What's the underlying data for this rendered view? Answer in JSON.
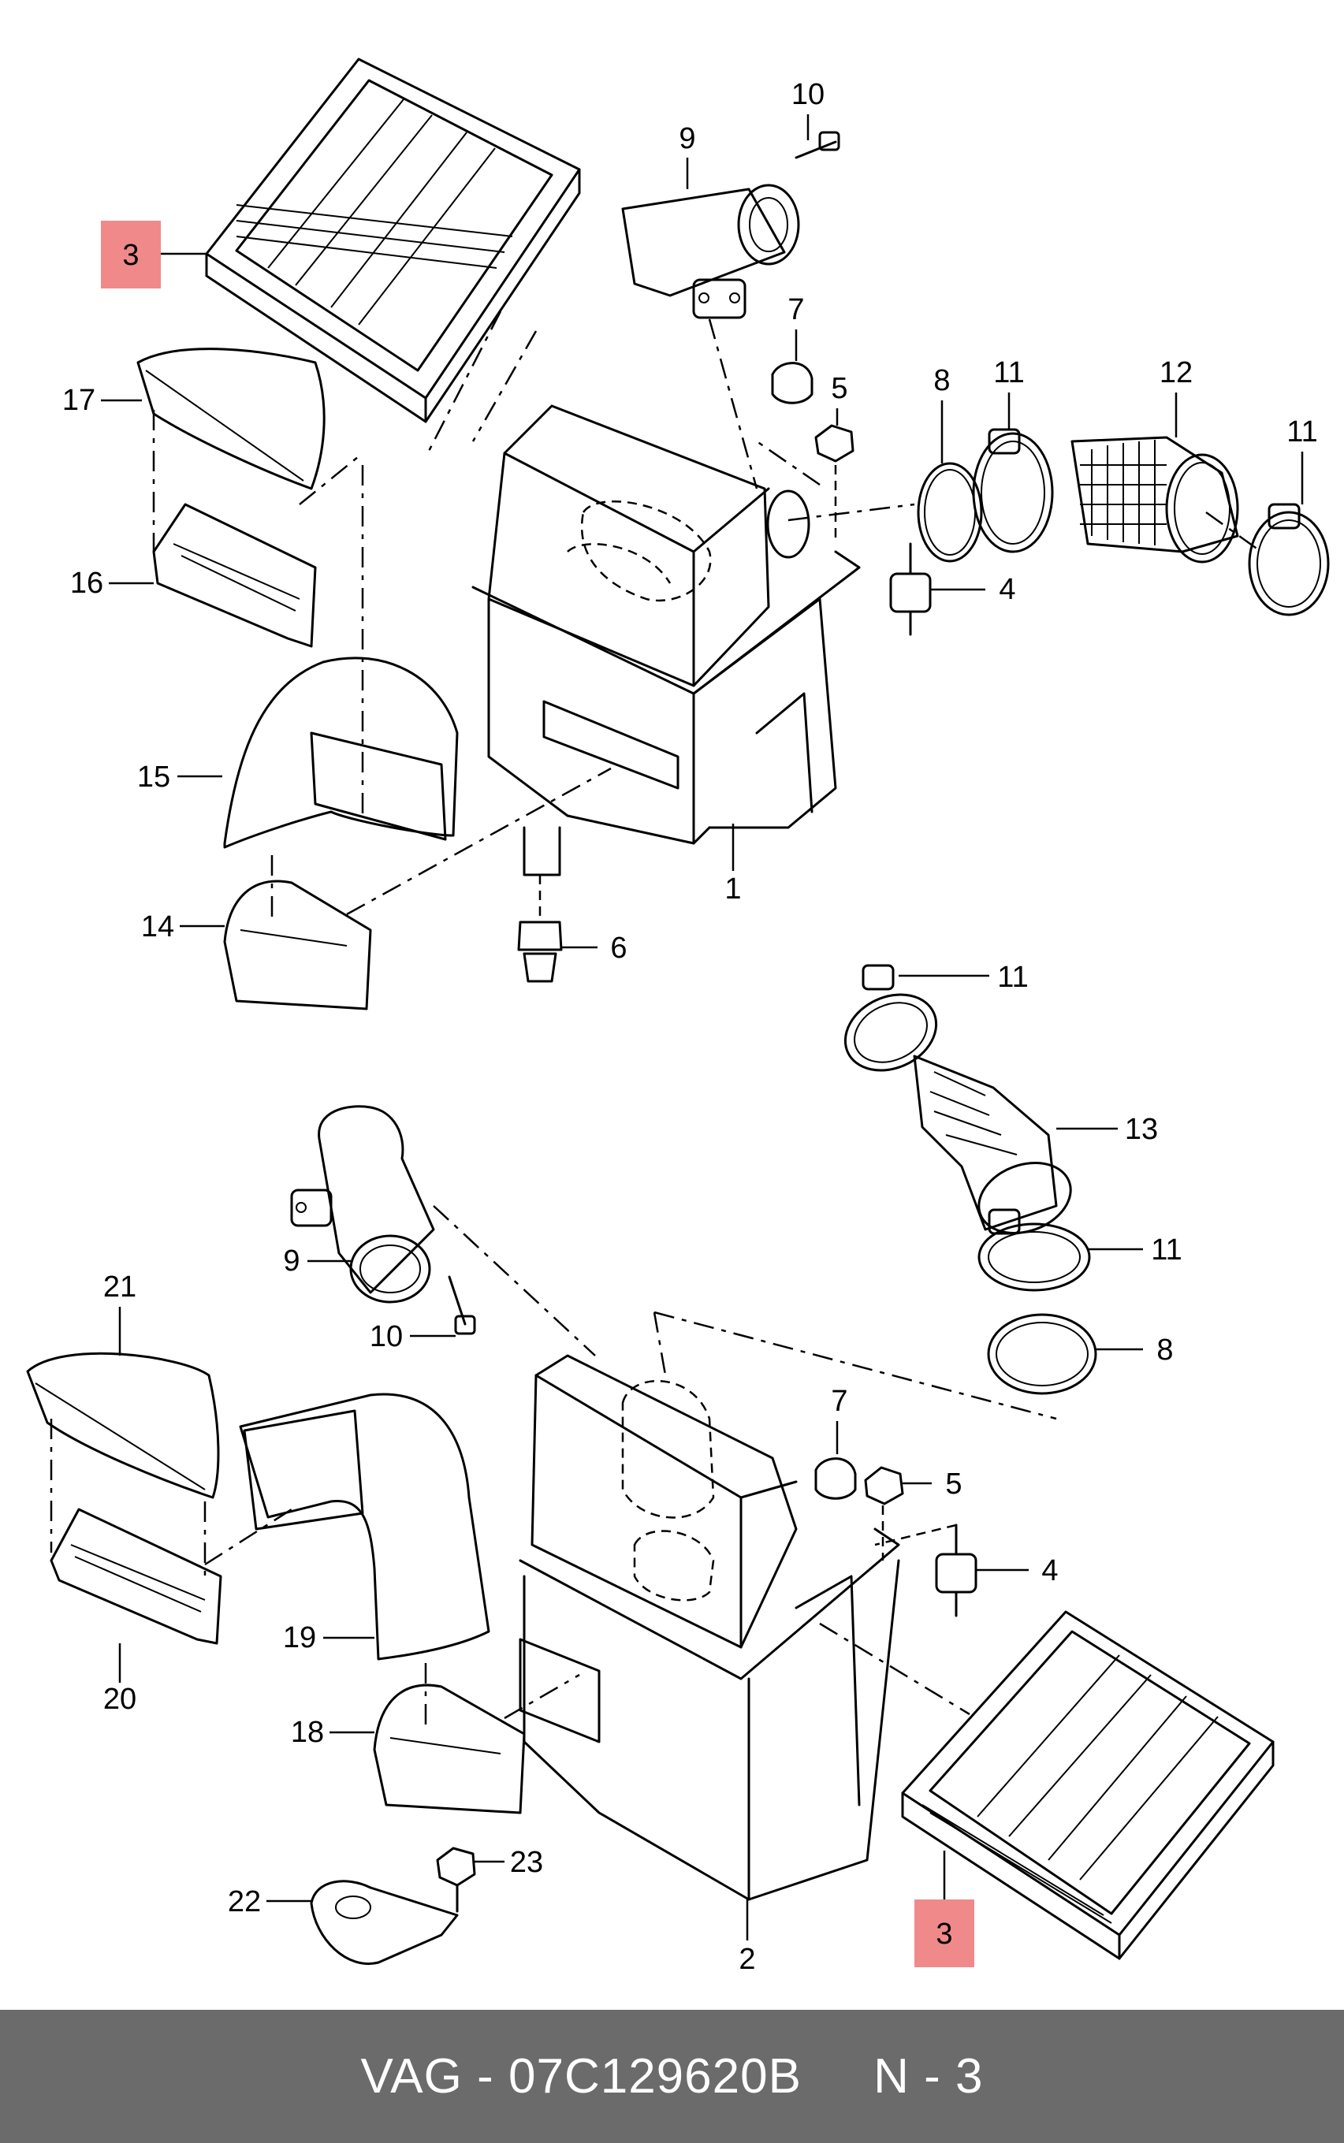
{
  "footer": {
    "brand": "VAG",
    "separator": " - ",
    "part_number": "07C129620B",
    "position_label": "N - 3"
  },
  "colors": {
    "highlight": "#f08a8a",
    "footer_bg": "#6b6b6b",
    "footer_text": "#ffffff"
  },
  "callouts": {
    "c1": "1",
    "c2": "2",
    "c3a": "3",
    "c3b": "3",
    "c4a": "4",
    "c4b": "4",
    "c5a": "5",
    "c5b": "5",
    "c6": "6",
    "c7a": "7",
    "c7b": "7",
    "c8a": "8",
    "c8b": "8",
    "c9a": "9",
    "c9b": "9",
    "c10a": "10",
    "c10b": "10",
    "c11a": "11",
    "c11b": "11",
    "c11c": "11",
    "c11d": "11",
    "c12": "12",
    "c13": "13",
    "c14": "14",
    "c15": "15",
    "c16": "16",
    "c17": "17",
    "c18": "18",
    "c19": "19",
    "c20": "20",
    "c21": "21",
    "c22": "22",
    "c23": "23"
  }
}
